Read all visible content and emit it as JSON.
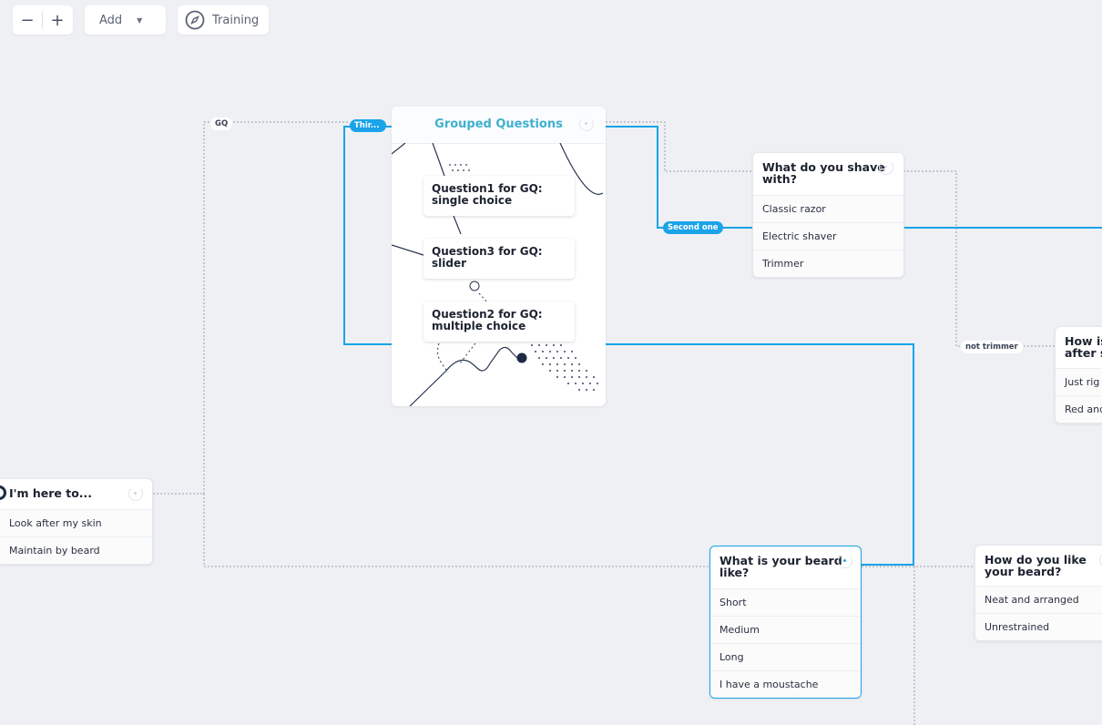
{
  "toolbar": {
    "zoom_out": "−",
    "zoom_in": "+",
    "add_label": "Add",
    "training_label": "Training"
  },
  "edges": {
    "gq": "GQ",
    "third": "Thir...",
    "second_one": "Second one",
    "not_trimmer": "not trimmer"
  },
  "grouped_questions": {
    "title": "Grouped Questions",
    "questions": [
      "Question1 for GQ: single choice",
      "Question3 for GQ: slider",
      "Question2 for GQ: multiple choice"
    ]
  },
  "nodes": {
    "intro": {
      "title": "I'm here to...",
      "options": [
        "Look after my skin",
        "Maintain by beard"
      ]
    },
    "shave": {
      "title": "What do you shave with?",
      "options": [
        "Classic razor",
        "Electric shaver",
        "Trimmer"
      ]
    },
    "skin_after": {
      "title": "How is after s",
      "options": [
        "Just rig",
        "Red and"
      ]
    },
    "beard_like": {
      "title": "What is your beard like?",
      "options": [
        "Short",
        "Medium",
        "Long",
        "I have a moustache"
      ]
    },
    "beard_pref": {
      "title": "How do you like your beard?",
      "options": [
        "Neat and arranged",
        "Unrestrained"
      ]
    }
  },
  "colors": {
    "background": "#eef0f4",
    "accent": "#1aa3e8",
    "gq_title": "#3fb0cf",
    "connector": "#b5bac4"
  }
}
